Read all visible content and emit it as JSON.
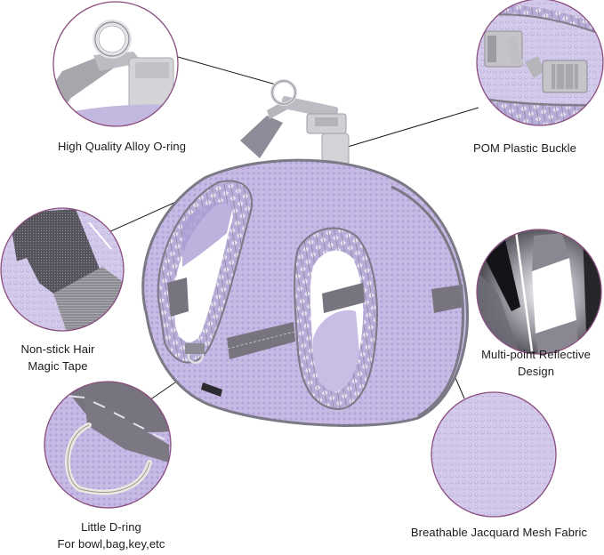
{
  "product": {
    "type": "pet vest harness",
    "colors": {
      "mesh": "#c9bde6",
      "mesh_dark": "#a898d2",
      "trim": "#7c7a86",
      "reflective": "#777480",
      "hardware_plastic": "#c8c8cc",
      "metal": "#d9dadf",
      "callout_ring": "#8a4e7e",
      "leader_line": "#1a1a1a",
      "label_text": "#1b1b1b"
    }
  },
  "callouts": [
    {
      "id": "o-ring",
      "label": "High Quality Alloy O-ring"
    },
    {
      "id": "buckle",
      "label": "POM Plastic Buckle"
    },
    {
      "id": "magic-tape",
      "label_line1": "Non-stick Hair",
      "label_line2": "Magic Tape"
    },
    {
      "id": "reflective",
      "label_line1": "Multi-point Reflective",
      "label_line2": "Design"
    },
    {
      "id": "d-ring",
      "label_line1": "Little D-ring",
      "label_line2": "For bowl,bag,key,etc"
    },
    {
      "id": "mesh",
      "label": "Breathable Jacquard Mesh Fabric"
    }
  ]
}
